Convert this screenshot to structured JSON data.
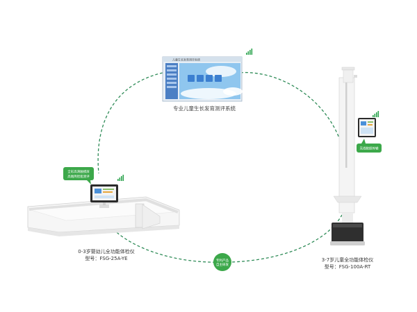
{
  "software": {
    "window_title": "儿童生长发育测评系统",
    "caption": "专业儿童生长发育测评系统"
  },
  "infant_device": {
    "name": "0-3岁婴幼儿全功能体检仪",
    "model": "型号：FSG-25A-YE"
  },
  "child_device": {
    "name": "3-7岁儿童全功能体检仪",
    "model": "型号：FSG-100A-RT"
  },
  "bubbles": {
    "left_line1": "全彩高清触摸屏",
    "left_line2": "高端简智能测评",
    "right": "无线数据传输",
    "bottom_line1": "专利产品",
    "bottom_line2": "自主研发"
  },
  "colors": {
    "dashed_path": "#2e8b57",
    "bubble_green": "#3ca84a",
    "wifi_green": "#2ea44f",
    "monitor_sky": "#8fc6ee"
  }
}
